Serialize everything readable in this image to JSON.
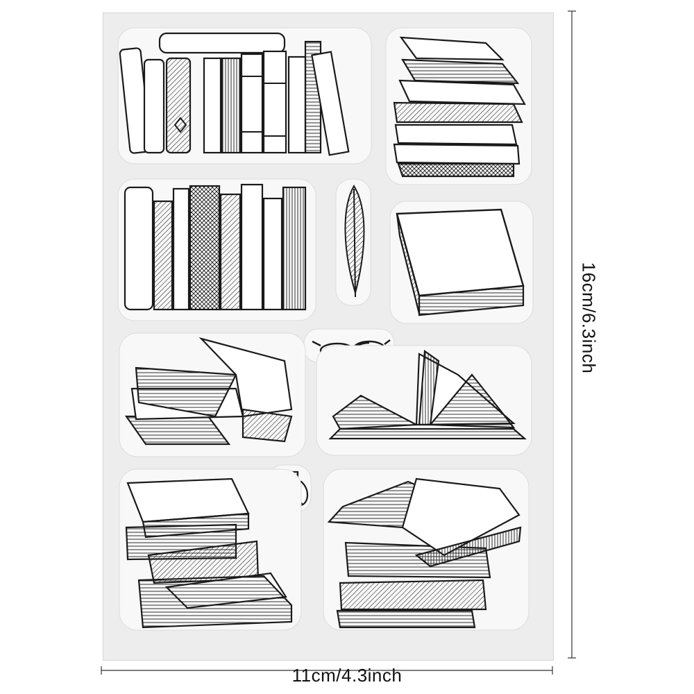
{
  "dimensions": {
    "width_label": "11cm/4.3inch",
    "height_label": "16cm/6.3inch"
  },
  "colors": {
    "sheet": "#ededed",
    "stamp_edge": "#f8f8f8",
    "ink": "#1a1a1a",
    "paper": "#ffffff"
  },
  "stamps": [
    "book-row-upper-stamp",
    "tilted-book-stack-stamp",
    "book-row-lower-stamp",
    "feather-quill-stamp",
    "closed-book-stamp",
    "reading-glasses-stamp",
    "open-book-on-stack-stamp",
    "open-book-fanned-stamp",
    "ink-bottle-stamp",
    "messy-book-pile-stamp",
    "open-book-on-pile-stamp"
  ]
}
